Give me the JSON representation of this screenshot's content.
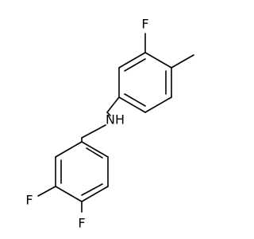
{
  "molecule": {
    "atoms": {
      "fluorine_top": "F",
      "fluorine_bottom_left": "F",
      "fluorine_bottom_right": "F",
      "amine": "NH"
    }
  }
}
